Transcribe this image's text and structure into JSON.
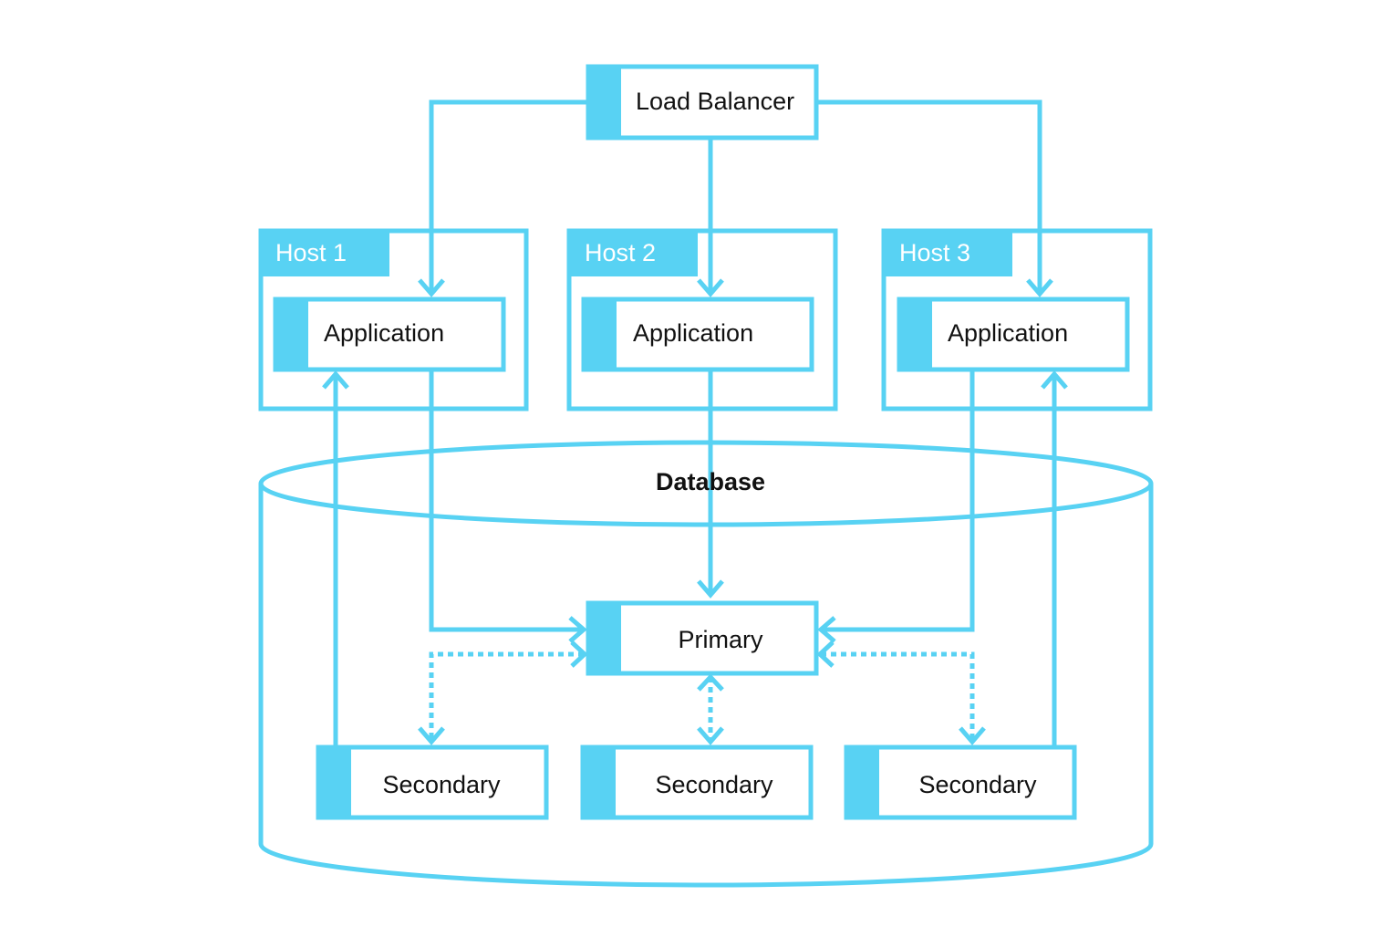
{
  "load_balancer": {
    "label": "Load Balancer"
  },
  "hosts": [
    {
      "label": "Host 1",
      "app_label": "Application"
    },
    {
      "label": "Host 2",
      "app_label": "Application"
    },
    {
      "label": "Host 3",
      "app_label": "Application"
    }
  ],
  "database": {
    "label": "Database",
    "primary_label": "Primary",
    "secondaries": [
      {
        "label": "Secondary"
      },
      {
        "label": "Secondary"
      },
      {
        "label": "Secondary"
      }
    ]
  },
  "colors": {
    "accent": "#58d2f3",
    "text": "#111111",
    "background": "#ffffff"
  }
}
